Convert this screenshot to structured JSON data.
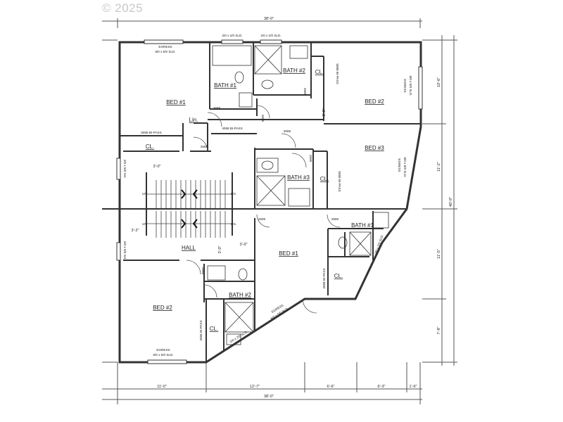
{
  "copyright": "© 2025",
  "rooms": {
    "bed1_upper": "BED #1",
    "bath1_upper": "BATH #1",
    "bath2_upper": "BATH #2",
    "cl_upper_bath2": "CL.",
    "bed2_upper": "BED #2",
    "lin": "Lin.",
    "cl_upper_bed1": "CL.",
    "bed3": "BED #3",
    "bath3": "BATH #3",
    "cl_bath3": "CL.",
    "hall": "HALL",
    "bed1_lower": "BED #1",
    "bath1_lower": "BATH #1",
    "cl_lower_bath1": "CL.",
    "bed2_lower": "BED #2",
    "bath2_lower": "BATH #2",
    "cl_lower_bed2": "CL."
  },
  "notes": {
    "egress_top": "EGRESS",
    "egress_top_size": "6/0 x 5/0 SLD.",
    "sld_top_left": "2/0 x 2/0 SLD.",
    "sld_top_right": "2/0 x 2/0 SLD.",
    "bipass_bed2_upper": "5068 BI-PASS",
    "egress_bed2_upper": "EGRESS",
    "egress_bed2_upper_size": "6/0 x 5/0 SLD.",
    "door_2668_a": "2668",
    "bipass_4068": "4068 BI-PASS",
    "door_2668_b": "2668",
    "bipass_bed1_upper": "5068 BI-PASS",
    "door_2668_c": "2668",
    "door_2668_d": "2668",
    "door_2668_e": "2668",
    "egress_bed3": "EGRESS",
    "egress_bed3_size": "6/0 x 5/0 SLD.",
    "bipass_bath3": "5068 BI-PASS",
    "win_left_upper": "2/0 x 5/0 SH.",
    "door_2668_f": "2668",
    "door_2668_g": "2668",
    "up_upper": "UP",
    "dn_upper": "DN.",
    "up_lower": "UP",
    "dn_lower": "DN.",
    "sld_right_lower": "2/0 x 2/0 SLD.",
    "bipass_lower_right": "4068 BI-PASS",
    "win_left_lower": "2/0 x 5/0 SH.",
    "door_2668_h": "2668",
    "door_2668_i": "2668",
    "egress_lower_mid": "EGRESS",
    "egress_lower_mid_size": "6/0 x 5/0 SLD.",
    "sld_lower_mid": "2/0 x 2/0 SLD.",
    "bipass_lower_left": "4068 BI-PASS",
    "egress_bottom": "EGRESS",
    "egress_bottom_size": "6/0 x 5/0 SLD."
  },
  "dimensions": {
    "top_overall": "38'-0\"",
    "bottom_overall": "38'-0\"",
    "bottom_seg1": "11'-0\"",
    "bottom_seg2": "12'-7\"",
    "bottom_seg3": "6'-6\"",
    "bottom_seg4": "6'-3\"",
    "bottom_seg5": "1'-6\"",
    "right_seg1": "10'-6\"",
    "right_seg2": "11'-2\"",
    "right_seg3": "11'-5\"",
    "right_seg4": "7'-8\"",
    "right_overall": "40'-9\"",
    "stair_width": "3'-0\"",
    "stair_offset": "3'-2\"",
    "hall_width": "3'-0\"",
    "hall_depth": "3'-0\"",
    "bath_gap": "3'-0\""
  }
}
